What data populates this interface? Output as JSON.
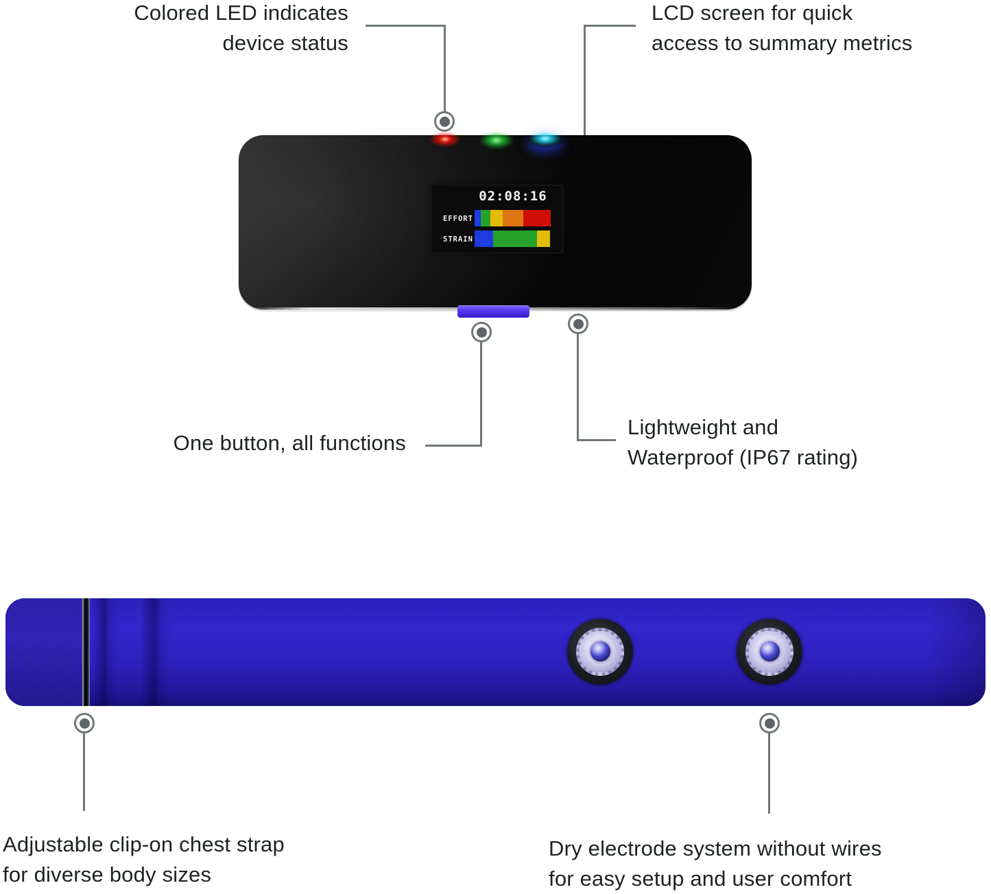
{
  "annotations": {
    "led": {
      "line1": "Colored LED indicates",
      "line2": "device status"
    },
    "lcd": {
      "line1": "LCD screen for quick",
      "line2": "access to summary metrics"
    },
    "button": {
      "text": "One button, all functions"
    },
    "waterproof": {
      "line1": "Lightweight and",
      "line2": "Waterproof (IP67 rating)"
    },
    "strap": {
      "line1": "Adjustable clip-on chest strap",
      "line2": "for diverse body sizes"
    },
    "electrode": {
      "line1": "Dry electrode system without wires",
      "line2": "for easy setup and user comfort"
    }
  },
  "product": {
    "device": {
      "screen": {
        "time": "02:08:16",
        "effort_label": "EFFORT",
        "strain_label": "STRAIN",
        "effort_bar": [
          {
            "name": "blue",
            "color": "#1e3ce0",
            "width": 9
          },
          {
            "name": "green",
            "color": "#26a22a",
            "width": 14
          },
          {
            "name": "yellow",
            "color": "#e3bc0a",
            "width": 18
          },
          {
            "name": "orange",
            "color": "#dd7512",
            "width": 30
          },
          {
            "name": "red",
            "color": "#cf0f08",
            "width": 40
          }
        ],
        "strain_bar": [
          {
            "name": "blue",
            "color": "#1e3ce0",
            "width": 27
          },
          {
            "name": "green",
            "color": "#26a22a",
            "width": 64
          },
          {
            "name": "yellow",
            "color": "#e3bc0a",
            "width": 19
          }
        ]
      },
      "leds": [
        {
          "id": "red-led",
          "color": "#f21105"
        },
        {
          "id": "green-led",
          "color": "#1ec832"
        },
        {
          "id": "cyan-led",
          "color": "#1fd2f5"
        }
      ]
    },
    "colors": {
      "strap_blue": "#2c20bc",
      "button_violet": "#5434f2",
      "connector_gray": "#6f7875",
      "text_dark": "#1d2321"
    }
  }
}
